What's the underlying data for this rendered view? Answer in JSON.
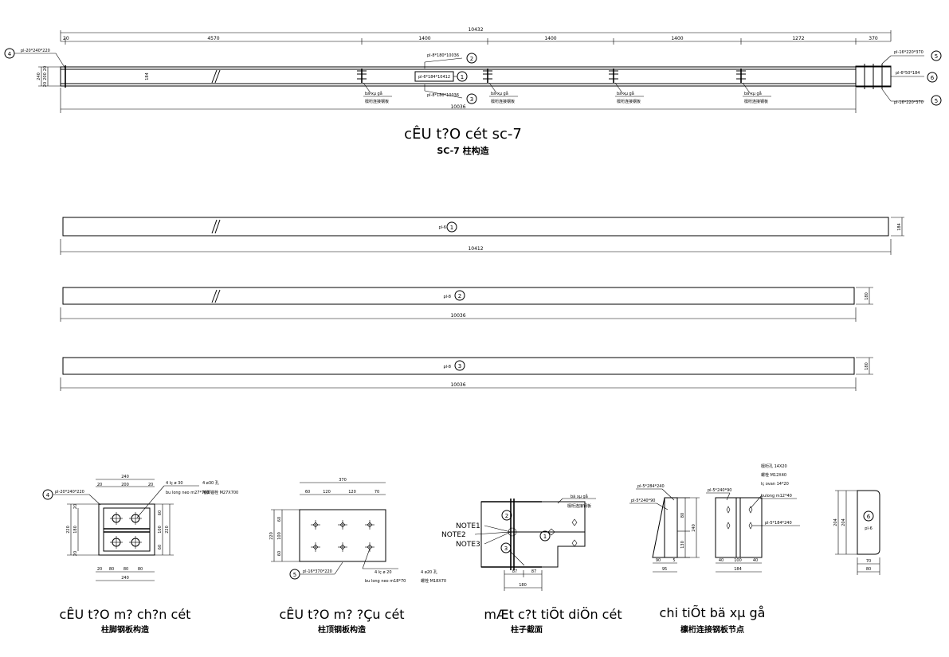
{
  "elevation": {
    "overall_dim": "10432",
    "segment_dims": [
      "20",
      "4570",
      "1400",
      "1400",
      "1400",
      "1272",
      "370"
    ],
    "bottom_dim": "10036",
    "height_dims": [
      "240",
      "20",
      "200",
      "20"
    ],
    "web_dim": "184",
    "left_plate_callout": "pl-20*240*220",
    "right_top_callout": "pl-16*220*370",
    "right_mid_callout": "pl-6*50*184",
    "right_bot_callout": "pl-16*220*370",
    "center_top_callout": "pl-8*180*10036",
    "center_mid_callout": "pl-6*184*10412",
    "center_bot_callout": "pl-8*180*10036",
    "bracket_label_vn": "bä xµ gå",
    "bracket_label_cn": "檩桁连接钢板",
    "title_vn": "cÊU t?O cét sc-7",
    "title_cn": "SC-7 柱构造"
  },
  "plates": [
    {
      "label": "pl-6",
      "mark": "1",
      "length": "10412",
      "height": "184"
    },
    {
      "label": "pl-8",
      "mark": "2",
      "length": "10036",
      "height": "180"
    },
    {
      "label": "pl-8",
      "mark": "3",
      "length": "10036",
      "height": "180"
    }
  ],
  "base_plate": {
    "callout": "pl-20*240*220",
    "hole_note": "4 lç ø 30",
    "hole_note_cn": "4 ø30 孔",
    "bolt_note": "bu long neo m27*700",
    "bolt_note_cn": "地脚锚栓 M27X700",
    "width_top": "240",
    "top_dims": [
      "20",
      "200",
      "20"
    ],
    "bottom_dims": [
      "20",
      "80",
      "80",
      "80"
    ],
    "width_bottom": "240",
    "left_dims": [
      "220",
      "180",
      "20",
      "20"
    ],
    "right_dims": [
      "60",
      "100",
      "60",
      "220"
    ],
    "caption_vn": "cÊU t?O m? ch?n cét",
    "caption_cn": "柱脚钢板构造"
  },
  "cap_plate": {
    "top_dim": "370",
    "top_dims": [
      "60",
      "120",
      "120",
      "70"
    ],
    "left_dims": [
      "220",
      "60",
      "100",
      "60"
    ],
    "callout": "pl-16*370*220",
    "hole_note": "4 lç ø 20",
    "hole_note_cn": "4 ø20 孔",
    "bolt_note": "bu long neo m18*70",
    "bolt_note_cn": "螺栓 M18X70",
    "caption_vn": "cÊU t?O m? ?Çu cét",
    "caption_cn": "柱顶钢板构造"
  },
  "section": {
    "notes": [
      "NOTE1",
      "NOTE2",
      "NOTE3"
    ],
    "bracket_vn": "bä xµ gå",
    "bracket_cn": "檩桁连接钢板",
    "marks": [
      "1",
      "2",
      "3"
    ],
    "bottom_dims": [
      "87",
      "87"
    ],
    "bottom_total": "180",
    "caption_vn": "mÆt c?t tiÕt diÖn cét",
    "caption_cn": "柱子截面"
  },
  "purlin_node": {
    "callout_1": "pl-5*284*240",
    "callout_2": "pl-5*240*90",
    "callout_3": "pl-5*240*90",
    "callout_4": "pl-5*184*240",
    "note_cn_1": "檩桁孔 14X20",
    "note_cn_2": "螺栓 M12X40",
    "note_vn_1": "lç ovan 14*20",
    "note_vn_2": "bulong m12*40",
    "dims_a": [
      "90",
      "5"
    ],
    "dims_a_total": "95",
    "dims_b": [
      "40",
      "100",
      "40"
    ],
    "dims_b_total": "184",
    "heights": [
      "80",
      "130",
      "240"
    ],
    "caption_vn": "chi tiÕt bä xµ gå",
    "caption_cn": "檩桁连接钢板节点"
  },
  "stiffener": {
    "label": "pl-6",
    "mark": "6",
    "dims_h": [
      "204",
      "204"
    ],
    "dims_w": [
      "70",
      "80"
    ]
  }
}
